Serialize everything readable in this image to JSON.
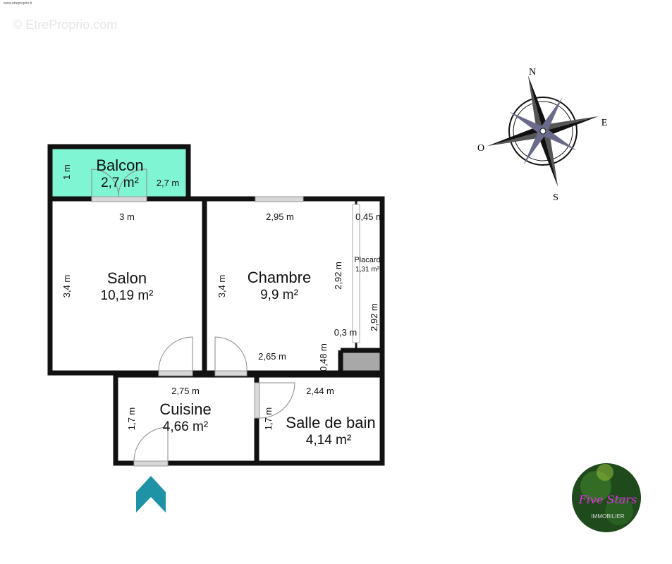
{
  "watermark": {
    "small": "www.etreproprio.fr",
    "text": "© EtreProprio.com"
  },
  "rooms": {
    "balcon": {
      "name": "Balcon",
      "area": "2,7 m²",
      "dim_w": "2,7 m",
      "dim_h": "1 m",
      "color": "#80f5d4"
    },
    "salon": {
      "name": "Salon",
      "area": "10,19 m²",
      "dim_w": "3 m",
      "dim_h": "3,4 m"
    },
    "chambre": {
      "name": "Chambre",
      "area": "9,9 m²",
      "dim_w": "2,95 m",
      "dim_h": "3,4 m",
      "dim_bottom": "2,65 m",
      "dim_side": "2,92 m",
      "dim_small": "0,3 m",
      "dim_step": "0,48 m"
    },
    "placard": {
      "name": "Placard",
      "area": "1,31 m²",
      "dim_w": "0,45 m",
      "dim_h": "2,92 m"
    },
    "cuisine": {
      "name": "Cuisine",
      "area": "4,66 m²",
      "dim_w": "2,75 m",
      "dim_h": "1,7 m"
    },
    "sdb": {
      "name": "Salle de bain",
      "area": "4,14 m²",
      "dim_w": "2,44 m",
      "dim_h": "1,7 m"
    }
  },
  "compass": {
    "n": "N",
    "e": "E",
    "s": "S",
    "o": "O"
  },
  "entrance": {
    "icon": "entrance-arrow-icon",
    "color": "#1e93a6"
  },
  "logo": {
    "script": "Five Stars",
    "sub": "IMMOBILIER",
    "color": "#e62ee6"
  }
}
